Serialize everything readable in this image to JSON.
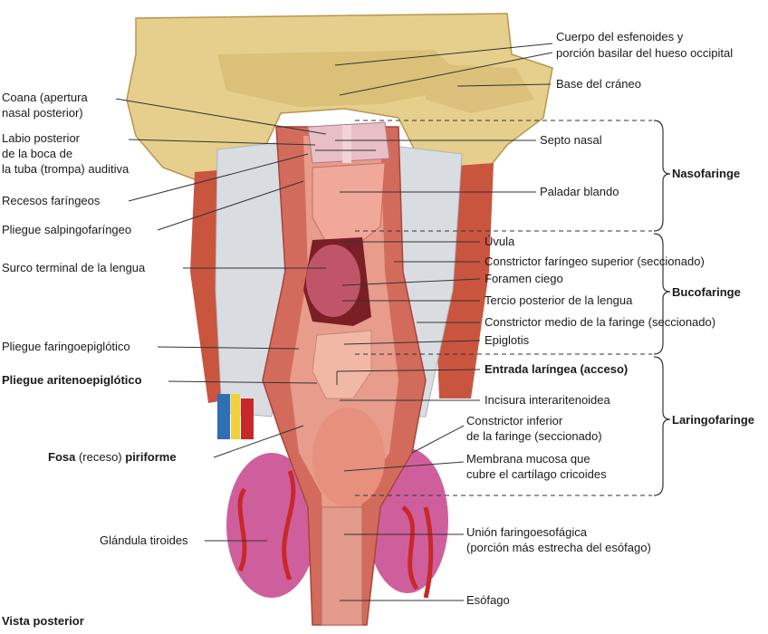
{
  "left_labels": {
    "coana": "Coana (apertura",
    "coana_2": "nasal posterior)",
    "labio": "Labio posterior",
    "labio_2": "de la boca de",
    "labio_3": "la tuba (trompa) auditiva",
    "recesos": "Recesos faríngeos",
    "pliegue_salpingo": "Pliegue salpingofaríngeo",
    "surco": "Surco terminal de la lengua",
    "pliegue_faringoepi": "Pliegue faringoepiglótico",
    "pliegue_ariteno": "Pliegue aritenoepiglótico",
    "fosa_a": "Fosa",
    "fosa_b": " (receso) ",
    "fosa_c": "piriforme",
    "tiroides": "Glándula tiroides",
    "vista": "Vista posterior"
  },
  "right_labels": {
    "cuerpo": "Cuerpo del esfenoides y",
    "cuerpo_2": "porción basilar del hueso occipital",
    "base": "Base del cráneo",
    "septo": "Septo nasal",
    "paladar": "Paladar blando",
    "uvula": "Úvula",
    "constrictor_sup": "Constrictor faríngeo superior (seccionado)",
    "foramen": "Foramen ciego",
    "tercio": "Tercio posterior de la lengua",
    "constrictor_medio": "Constrictor medio de la faringe (seccionado)",
    "epiglotis": "Epiglotis",
    "entrada": "Entrada laríngea (acceso)",
    "incisura": "Incisura interaritenoidea",
    "constrictor_inf": "Constrictor inferior",
    "constrictor_inf_2": "de la faringe (seccionado)",
    "membrana": "Membrana mucosa que",
    "membrana_2": "cubre el cartílago cricoides",
    "union": "Unión faringoesofágica",
    "union_2": "(porción más estrecha del esófago)",
    "esofago": "Esófago"
  },
  "regions": {
    "nasofaringe": "Nasofaringe",
    "bucofaringe": "Bucofaringe",
    "laringofaringe": "Laringofaringe"
  },
  "colors": {
    "bone": "#e6cf8c",
    "bone_shadow": "#c9a85e",
    "muscle": "#d36b5c",
    "mucosa": "#e79c8c",
    "fascia": "#d9dde2",
    "thyroid": "#cf5f9c",
    "artery": "#c8282a",
    "vein": "#2f6fb3",
    "nerve": "#f0d23c",
    "line": "#333333"
  }
}
